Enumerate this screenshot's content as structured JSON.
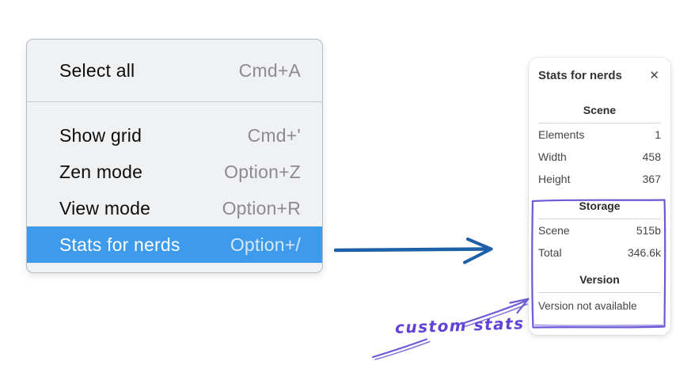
{
  "context_menu": {
    "items": [
      {
        "label": "Select all",
        "shortcut": "Cmd+A",
        "highlighted": false
      },
      {
        "label": "Show grid",
        "shortcut": "Cmd+'",
        "highlighted": false
      },
      {
        "label": "Zen mode",
        "shortcut": "Option+Z",
        "highlighted": false
      },
      {
        "label": "View mode",
        "shortcut": "Option+R",
        "highlighted": false
      },
      {
        "label": "Stats for nerds",
        "shortcut": "Option+/",
        "highlighted": true
      }
    ]
  },
  "stats_panel": {
    "title": "Stats for nerds",
    "scene_section": {
      "heading": "Scene",
      "rows": [
        {
          "label": "Elements",
          "value": "1"
        },
        {
          "label": "Width",
          "value": "458"
        },
        {
          "label": "Height",
          "value": "367"
        }
      ]
    },
    "storage_section": {
      "heading": "Storage",
      "rows": [
        {
          "label": "Scene",
          "value": "515b"
        },
        {
          "label": "Total",
          "value": "346.6k"
        }
      ]
    },
    "version_section": {
      "heading": "Version",
      "note": "Version not available"
    }
  },
  "annotation": {
    "label": "custom stats"
  },
  "icons": {
    "close": "✕"
  },
  "colors": {
    "menu_highlight": "#3E9AEB",
    "arrow_blue": "#1E5FAA",
    "sketch_purple": "#6A5AD6",
    "annotation_text": "#6141D6"
  }
}
